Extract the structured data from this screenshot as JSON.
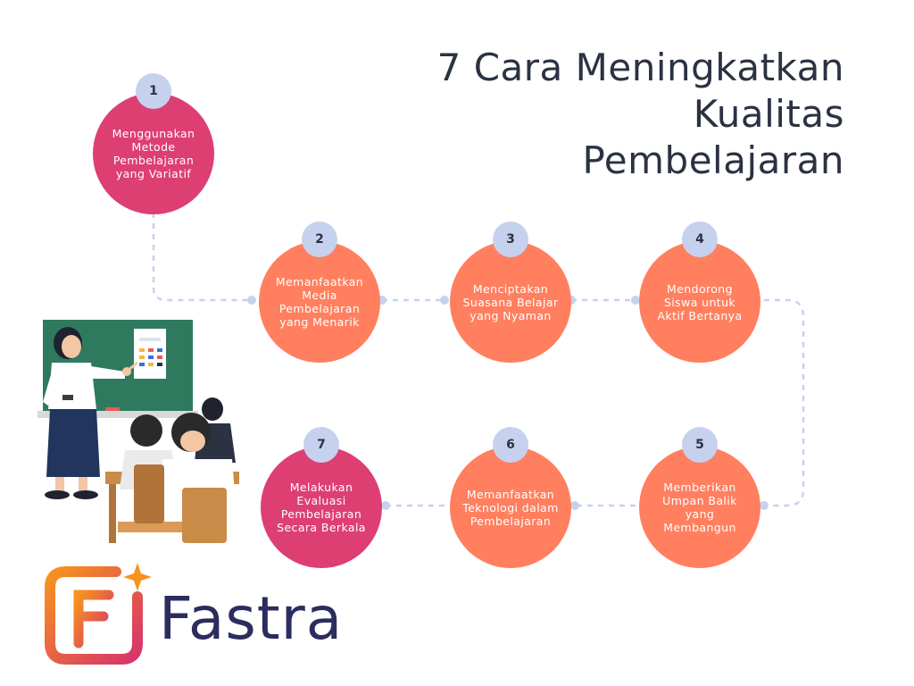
{
  "title": {
    "line1": "7 Cara Meningkatkan",
    "line2": "Kualitas",
    "line3": "Pembelajaran"
  },
  "steps": [
    {
      "number": "1",
      "text": "Menggunakan Metode Pembelajaran yang Variatif",
      "color": "#dd3f73"
    },
    {
      "number": "2",
      "text": "Memanfaatkan Media Pembelajaran yang Menarik",
      "color": "#ff7f5f"
    },
    {
      "number": "3",
      "text": "Menciptakan Suasana Belajar yang Nyaman",
      "color": "#ff7f5f"
    },
    {
      "number": "4",
      "text": "Mendorong Siswa untuk Aktif Bertanya",
      "color": "#ff7f5f"
    },
    {
      "number": "5",
      "text": "Memberikan Umpan Balik yang Membangun",
      "color": "#ff7f5f"
    },
    {
      "number": "6",
      "text": "Memanfaatkan Teknologi dalam Pembelajaran",
      "color": "#ff7f5f"
    },
    {
      "number": "7",
      "text": "Melakukan Evaluasi Pembelajaran Secara Berkala",
      "color": "#dd3f73"
    }
  ],
  "brand": {
    "name": "Fastra",
    "logo_colors": [
      "#f7931e",
      "#d6336c"
    ]
  },
  "colors": {
    "connector": "#c6d1ee",
    "title": "#2b3242",
    "badge": "#c6d1ee"
  }
}
